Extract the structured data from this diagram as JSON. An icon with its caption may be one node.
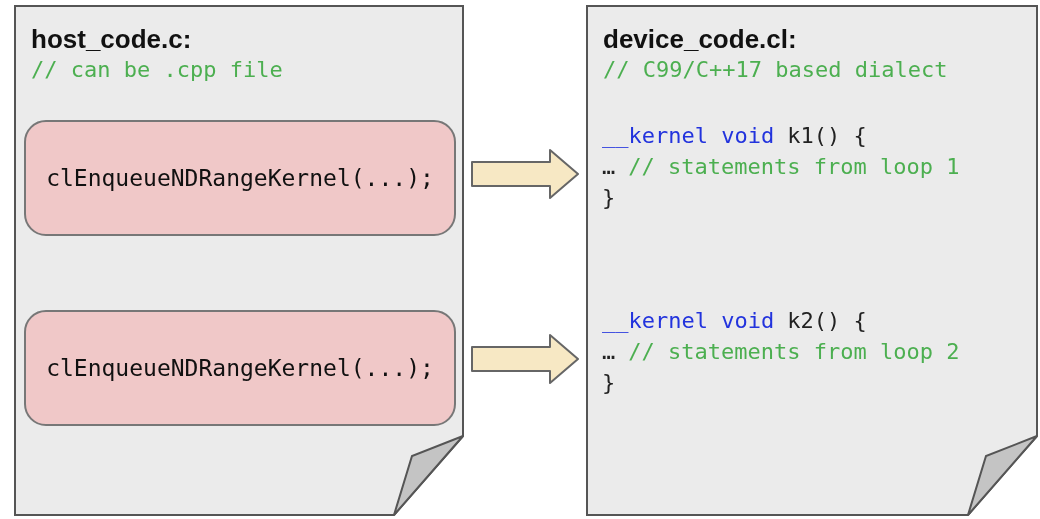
{
  "diagram": {
    "nodes": [
      {
        "text": [
          "host_code.c:",
          "// can be .cpp file"
        ]
      },
      {
        "text": [
          "clEnqueueNDRangeKernel(...);"
        ],
        "in": 0
      },
      {
        "text": [
          "clEnqueueNDRangeKernel(...);"
        ],
        "in": 0
      },
      {
        "text": [
          "device_code.cl:",
          "// C99/C++17 based dialect"
        ]
      },
      {
        "text": [
          "__kernel void",
          "k1() {",
          "…",
          "// statements from loop 1",
          "}"
        ],
        "in": 3
      },
      {
        "text": [
          "__kernel void",
          "k2() {",
          "…",
          "// statements from loop 2",
          "}"
        ],
        "in": 3
      }
    ],
    "edges": [
      {
        "from": 1,
        "to": 4,
        "arrow": "to",
        "style": "thick"
      },
      {
        "from": 2,
        "to": 5,
        "arrow": "to",
        "style": "thick"
      }
    ]
  }
}
